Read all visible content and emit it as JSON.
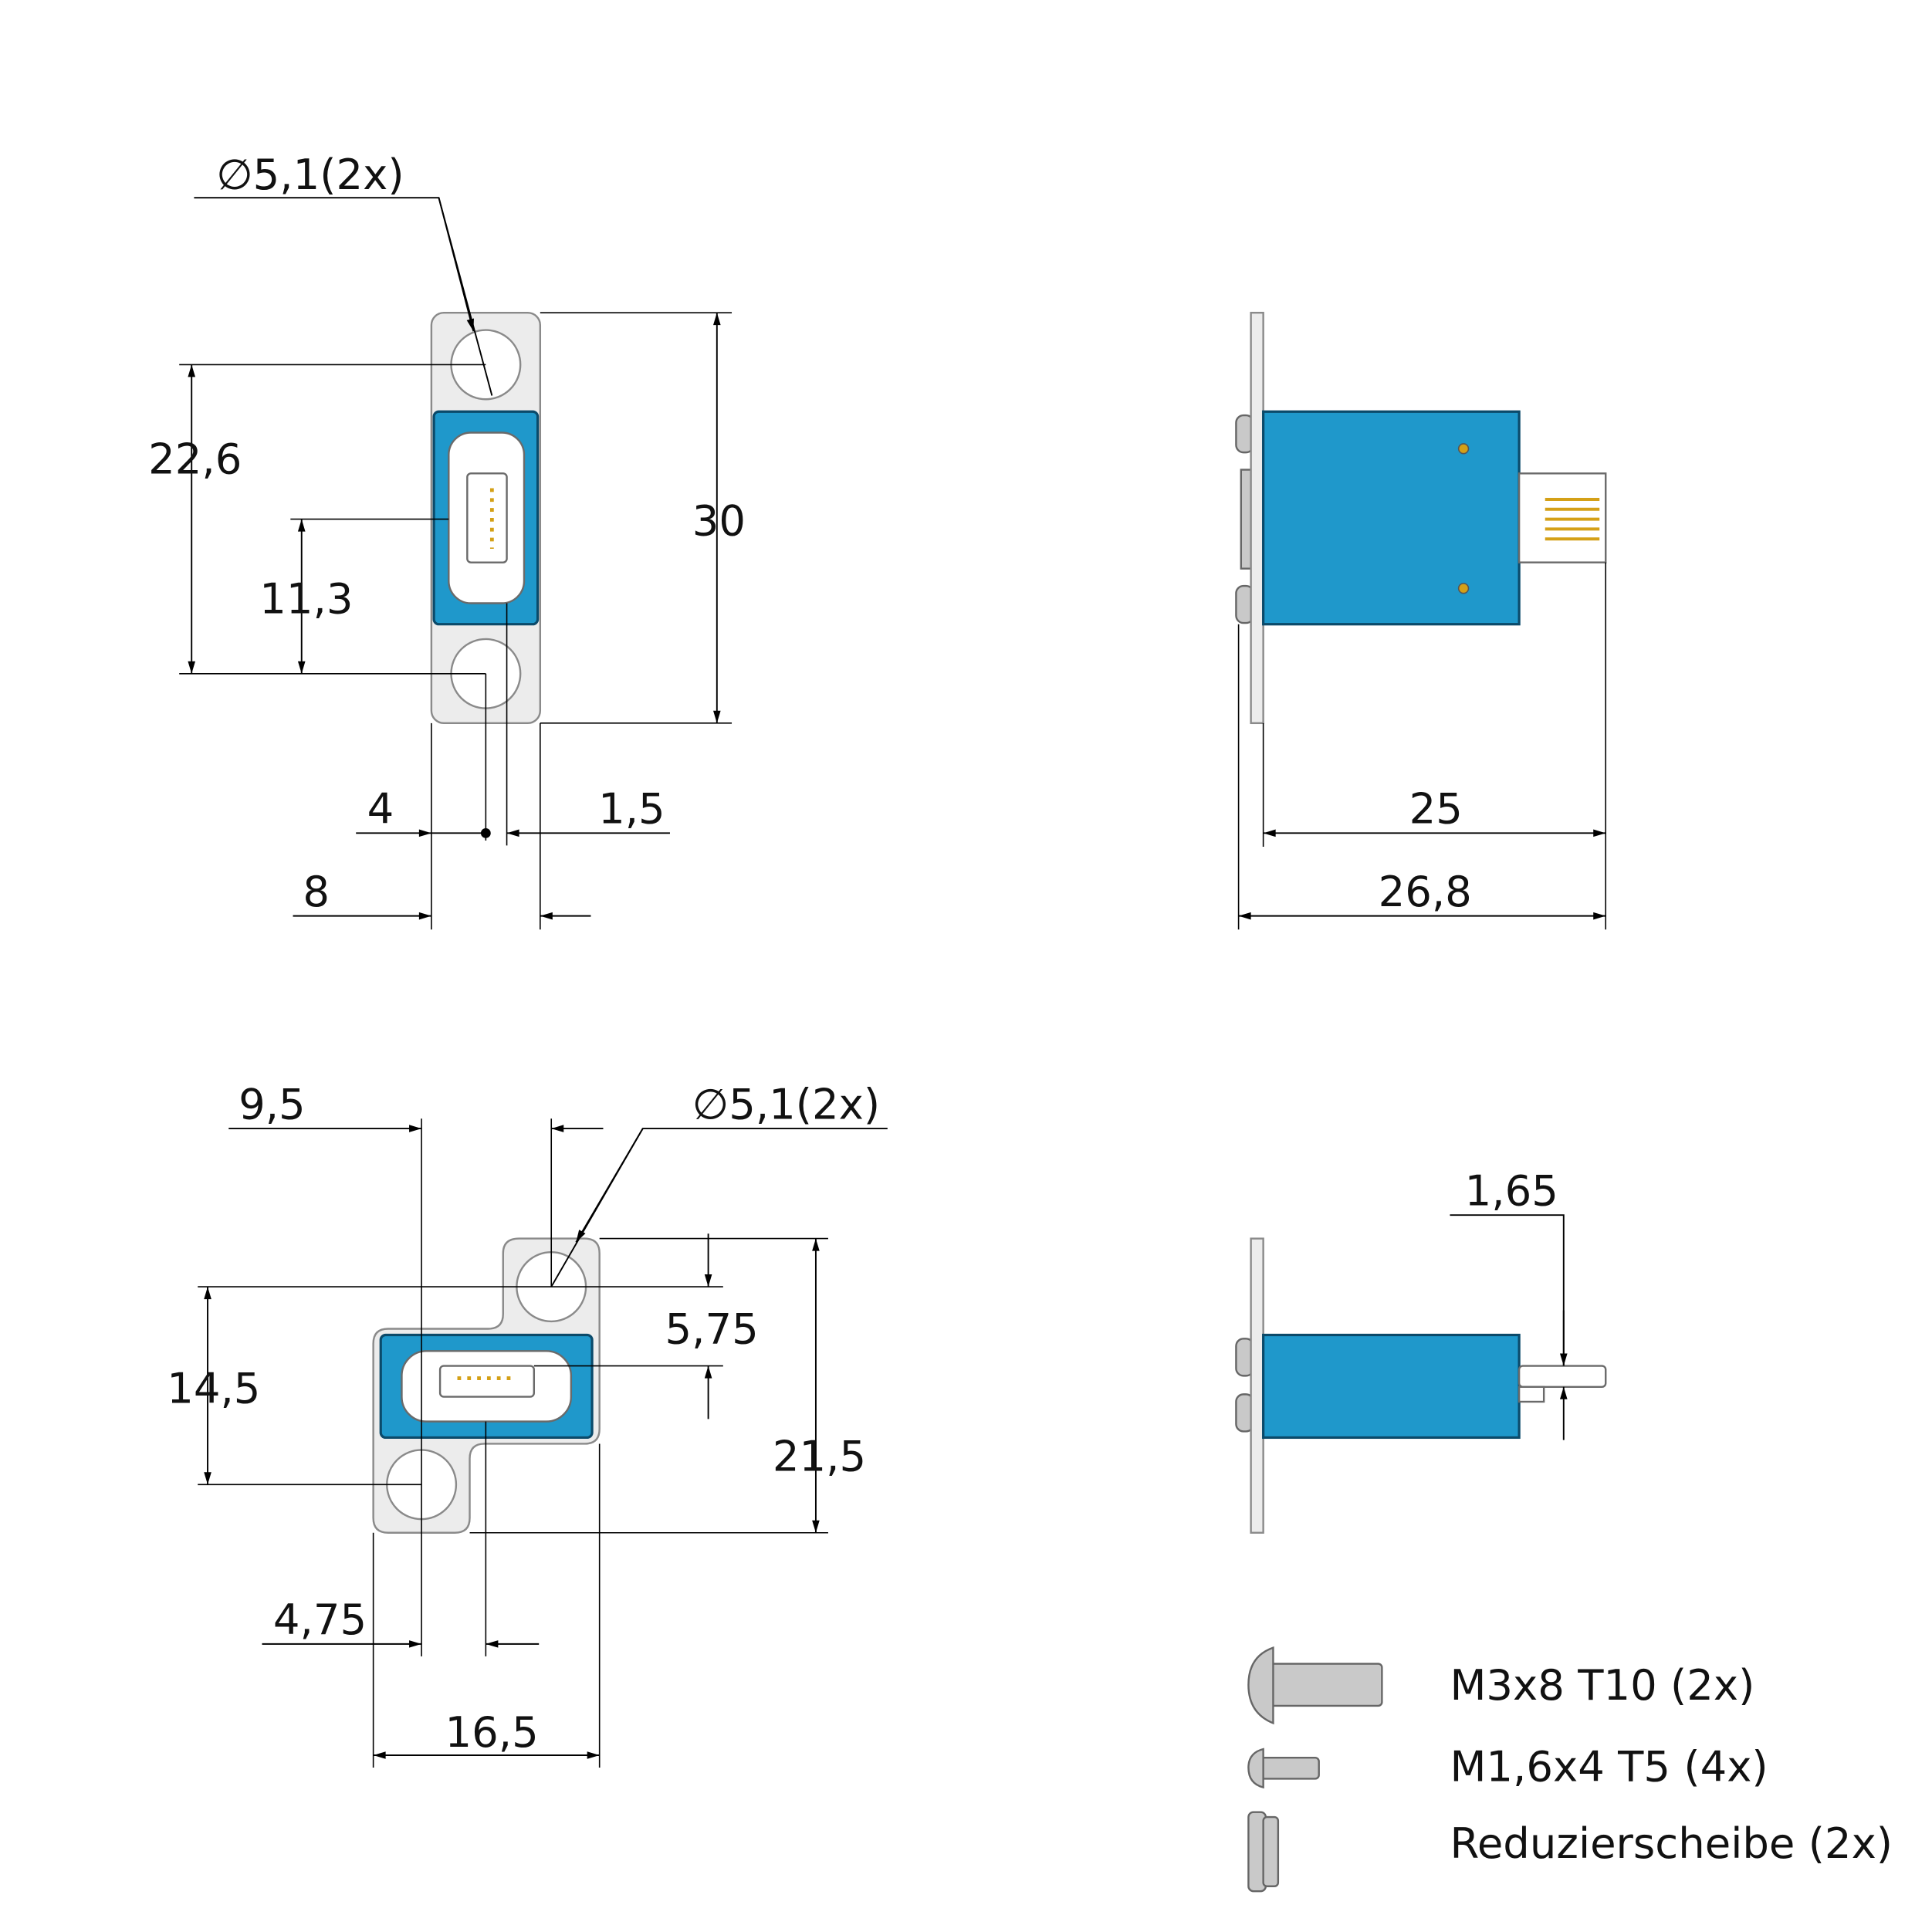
{
  "views": {
    "front_top": {
      "hole_callout": "∅5,1(2x)",
      "dims": [
        "22,6",
        "11,3",
        "30",
        "4",
        "1,5",
        "8"
      ]
    },
    "side_top": {
      "dims": [
        "25",
        "26,8"
      ]
    },
    "front_bottom": {
      "hole_callout": "∅5,1(2x)",
      "dims": [
        "9,5",
        "14,5",
        "5,75",
        "21,5",
        "4,75",
        "16,5"
      ]
    },
    "side_bottom": {
      "dims": [
        "1,65"
      ]
    }
  },
  "parts_list": [
    {
      "label": "M3x8 T10 (2x)",
      "icon": "button-head-screw-icon"
    },
    {
      "label": "M1,6x4 T5 (4x)",
      "icon": "small-screw-icon"
    },
    {
      "label": "Reduzierscheibe (2x)",
      "icon": "washer-icon"
    }
  ],
  "colors": {
    "housing": "#1f98cb",
    "plate": "#ececec",
    "contacts": "#d4a017"
  }
}
